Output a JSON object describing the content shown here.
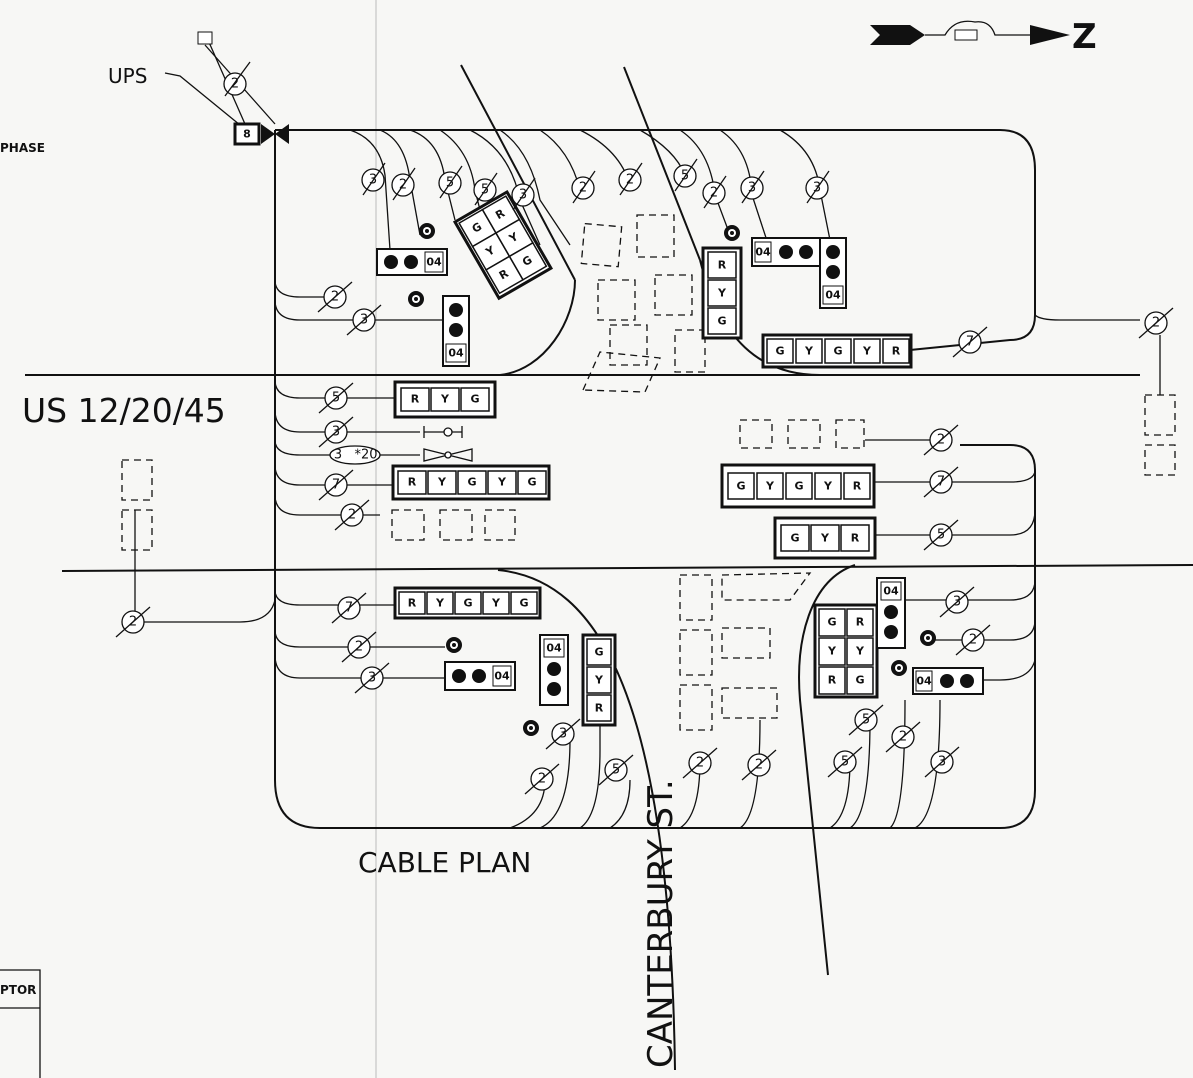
{
  "labels": {
    "street_west": "US 12/20/45",
    "street_canterbury": "CANTERBURY ST.",
    "cable_plan": "CABLE PLAN",
    "ups": "UPS",
    "cabinet_number": "8",
    "phase_fragment": "PHASE",
    "north": "Z",
    "descriptor_fragment": "PTOR",
    "cable_size_note": "*20",
    "ped_code": "04"
  },
  "signal_letters": {
    "R": "R",
    "Y": "Y",
    "G": "G"
  },
  "cable_counts": {
    "top": [
      "2",
      "3",
      "2",
      "5",
      "5",
      "3",
      "2",
      "2",
      "5",
      "2",
      "3",
      "3"
    ],
    "left_upper": [
      "2",
      "3"
    ],
    "left_mid": [
      "5",
      "3",
      "3",
      "7",
      "2"
    ],
    "left_lower": [
      "7",
      "2",
      "3"
    ],
    "right_upper": [
      "7",
      "2"
    ],
    "right_mid": [
      "2",
      "7",
      "5"
    ],
    "right_lower": [
      "3",
      "2"
    ],
    "bottom": [
      "2",
      "3",
      "5",
      "2",
      "2",
      "5",
      "5",
      "2",
      "3"
    ],
    "west_service": "2"
  }
}
